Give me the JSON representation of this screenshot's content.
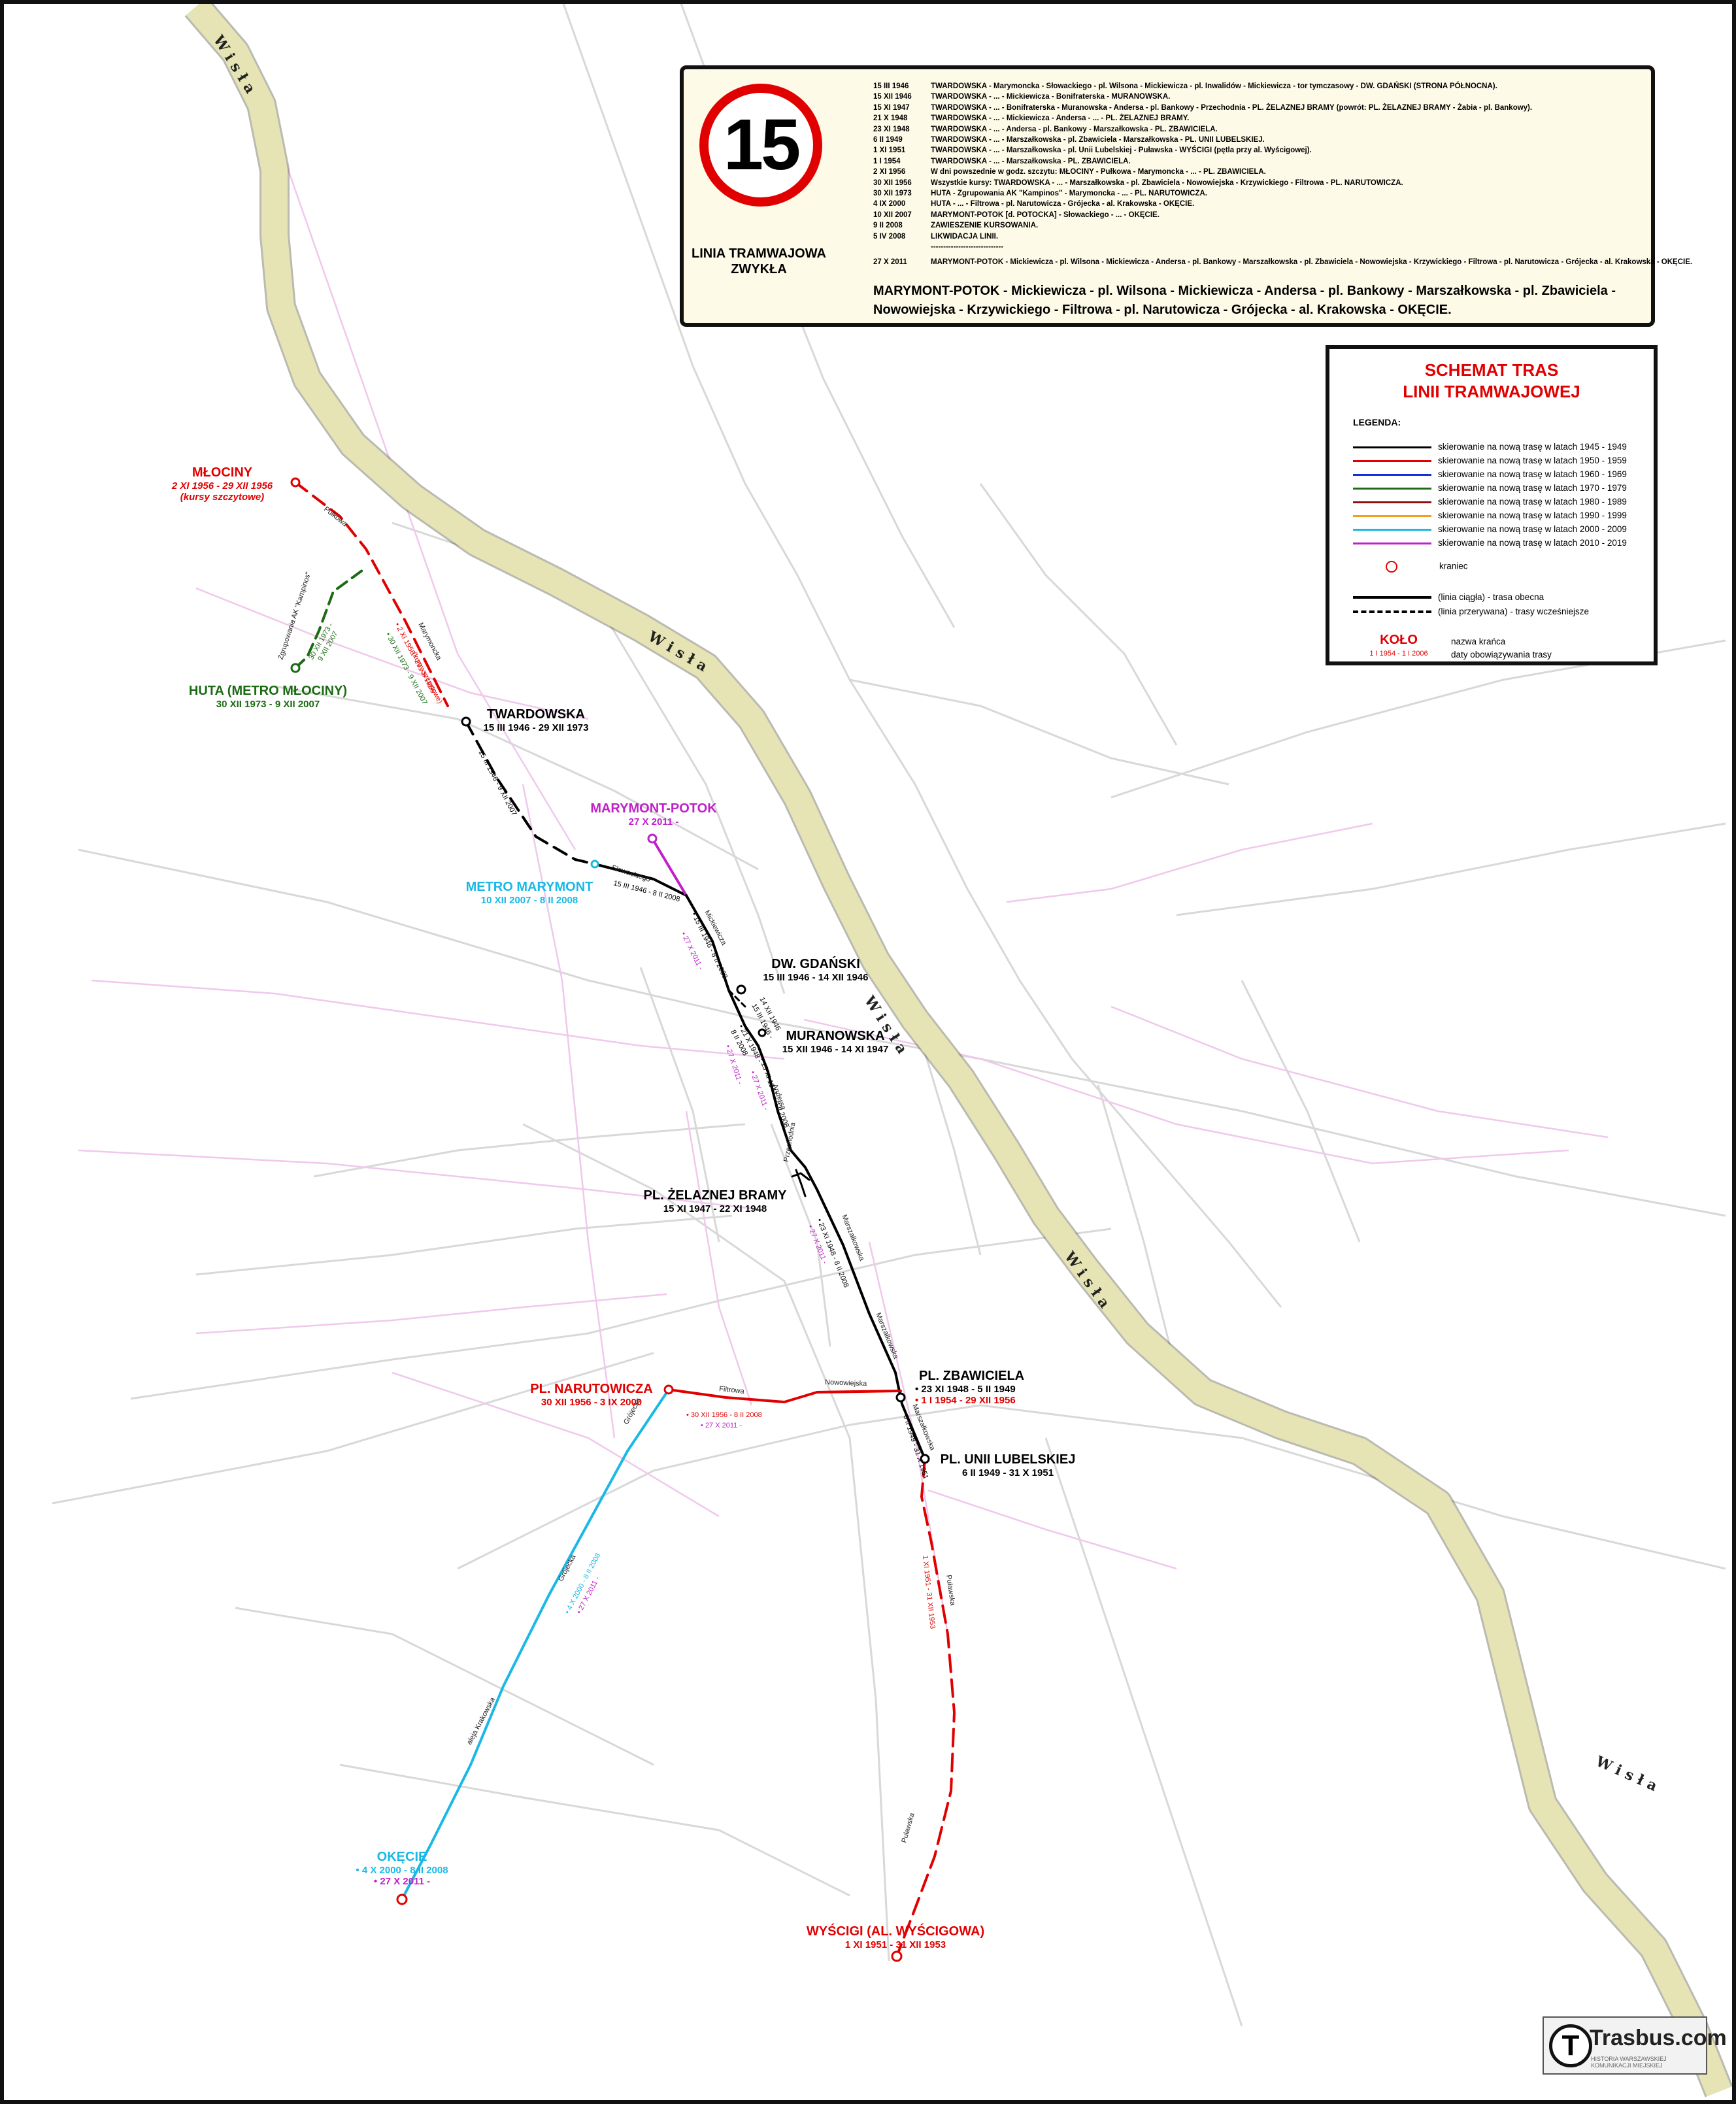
{
  "line": {
    "number": "15",
    "title_line1": "LINIA TRAMWAJOWA",
    "title_line2": "ZWYKŁA",
    "history": [
      {
        "date": "15 III 1946",
        "text": "TWARDOWSKA - Marymoncka - Słowackiego - pl. Wilsona - Mickiewicza - pl. Inwalidów - Mickiewicza - tor tymczasowy - DW. GDAŃSKI (STRONA PÓŁNOCNA)."
      },
      {
        "date": "15 XII 1946",
        "text": "TWARDOWSKA - ... - Mickiewicza - Bonifraterska - MURANOWSKA."
      },
      {
        "date": "15 XI 1947",
        "text": "TWARDOWSKA - ... - Bonifraterska - Muranowska - Andersa - pl. Bankowy - Przechodnia - PL. ŻELAZNEJ BRAMY (powrót: PL. ŻELAZNEJ BRAMY - Żabia - pl. Bankowy)."
      },
      {
        "date": "21 X 1948",
        "text": "TWARDOWSKA - ... - Mickiewicza - Andersa - ... - PL. ŻELAZNEJ BRAMY."
      },
      {
        "date": "23 XI 1948",
        "text": "TWARDOWSKA - ... - Andersa - pl. Bankowy - Marszałkowska - PL. ZBAWICIELA."
      },
      {
        "date": "6 II 1949",
        "text": "TWARDOWSKA - ... - Marszałkowska - pl. Zbawiciela - Marszałkowska - PL. UNII LUBELSKIEJ."
      },
      {
        "date": "1 XI 1951",
        "text": "TWARDOWSKA - ... - Marszałkowska - pl. Unii Lubelskiej - Puławska - WYŚCIGI (pętla przy al. Wyścigowej)."
      },
      {
        "date": "1 I 1954",
        "text": "TWARDOWSKA - ... - Marszałkowska - PL. ZBAWICIELA."
      },
      {
        "date": "2 XI 1956",
        "text": "W dni powszednie w godz. szczytu: MŁOCINY - Pułkowa - Marymoncka - ... - PL. ZBAWICIELA."
      },
      {
        "date": "30 XII 1956",
        "text": "Wszystkie kursy: TWARDOWSKA - ... - Marszałkowska - pl. Zbawiciela - Nowowiejska - Krzywickiego - Filtrowa - PL. NARUTOWICZA."
      },
      {
        "date": "30 XII 1973",
        "text": "HUTA - Zgrupowania AK \"Kampinos\" - Marymoncka - ... - PL. NARUTOWICZA."
      },
      {
        "date": "4 IX 2000",
        "text": "HUTA - ... - Filtrowa - pl. Narutowicza - Grójecka - al. Krakowska - OKĘCIE."
      },
      {
        "date": "10 XII 2007",
        "text": "MARYMONT-POTOK [d. POTOCKA] - Słowackiego - ... - OKĘCIE."
      },
      {
        "date": "9 II 2008",
        "text": "ZAWIESZENIE KURSOWANIA."
      },
      {
        "date": "5 IV 2008",
        "text": "LIKWIDACJA LINII."
      },
      {
        "date": "",
        "text": "-----------------------------"
      },
      {
        "date": "27 X 2011",
        "text": "MARYMONT-POTOK - Mickiewicza - pl. Wilsona - Mickiewicza - Andersa - pl. Bankowy - Marszałkowska - pl. Zbawiciela - Nowowiejska - Krzywickiego - Filtrowa - pl. Narutowicza - Grójecka - al. Krakowska - OKĘCIE."
      }
    ],
    "current_route_line1": "MARYMONT-POTOK - Mickiewicza - pl. Wilsona - Mickiewicza - Andersa - pl. Bankowy - Marszałkowska - pl. Zbawiciela -",
    "current_route_line2": "Nowowiejska - Krzywickiego - Filtrowa - pl. Narutowicza - Grójecka - al. Krakowska - OKĘCIE."
  },
  "legend": {
    "title_line1": "SCHEMAT TRAS",
    "title_line2": "LINII TRAMWAJOWEJ",
    "heading": "LEGENDA:",
    "decades": [
      {
        "label": "skierowanie na nową trasę w latach 1945 - 1949",
        "color": "#000000"
      },
      {
        "label": "skierowanie na nową trasę w latach 1950 - 1959",
        "color": "#e10000"
      },
      {
        "label": "skierowanie na nową trasę w latach 1960 - 1969",
        "color": "#1530d8"
      },
      {
        "label": "skierowanie na nową trasę w latach 1970 - 1979",
        "color": "#1a6b12"
      },
      {
        "label": "skierowanie na nową trasę w latach 1980 - 1989",
        "color": "#8b1010"
      },
      {
        "label": "skierowanie na nową trasę w latach 1990 - 1999",
        "color": "#f0a020"
      },
      {
        "label": "skierowanie na nową trasę w latach 2000 - 2009",
        "color": "#1ab8e6"
      },
      {
        "label": "skierowanie na nową trasę w latach 2010 - 2019",
        "color": "#c020c8"
      }
    ],
    "terminus": "kraniec",
    "solid": "(linia ciągła) - trasa obecna",
    "dashed": "(linia przerywana) - trasy wcześniejsze",
    "example_name": "KOŁO",
    "example_dates": "1 I 1954 - 1 I 2006",
    "name_desc": "nazwa krańca",
    "dates_desc": "daty obowiązywania trasy"
  },
  "river": {
    "name": "Wisła"
  },
  "termini": {
    "mlociny": {
      "name": "MŁOCINY",
      "dates": "2 XI 1956 - 29 XII 1956",
      "note": "(kursy szczytowe)"
    },
    "huta": {
      "name": "HUTA (METRO MŁOCINY)",
      "dates": "30 XII 1973 - 9 XII 2007"
    },
    "twardowska": {
      "name": "TWARDOWSKA",
      "dates": "15 III 1946 - 29 XII 1973"
    },
    "marymont_potok": {
      "name": "MARYMONT-POTOK",
      "dates": "27 X 2011 -"
    },
    "metro_marymont": {
      "name": "METRO MARYMONT",
      "dates": "10 XII 2007 - 8 II 2008"
    },
    "dw_gdanski": {
      "name": "DW. GDAŃSKI",
      "dates": "15 III 1946 - 14 XII 1946"
    },
    "muranowska": {
      "name": "MURANOWSKA",
      "dates": "15 XII 1946 - 14 XI 1947"
    },
    "zelaznej_bramy": {
      "name": "PL. ŻELAZNEJ BRAMY",
      "dates": "15 XI 1947 - 22 XI 1948"
    },
    "zbawiciela": {
      "name": "PL. ZBAWICIELA",
      "dates1": "• 23 XI 1948 - 5 II 1949",
      "dates2": "• 1 I 1954 - 29 XII 1956"
    },
    "narutowicza": {
      "name": "PL. NARUTOWICZA",
      "dates": "30 XII 1956 - 3 IX 2000"
    },
    "unii_lubelskiej": {
      "name": "PL. UNII LUBELSKIEJ",
      "dates": "6 II 1949 - 31 X 1951"
    },
    "okecie": {
      "name": "OKĘCIE",
      "dates1": "• 4 X 2000 - 8 II 2008",
      "dates2": "• 27 X 2011 -"
    },
    "wyscigi": {
      "name": "WYŚCIGI (AL. WYŚCIGOWA)",
      "dates": "1 XI 1951 - 31 XII 1953"
    }
  },
  "street_labels": {
    "pulkowa": "Pułkowa",
    "zgrupowania": "Zgrupowania AK \"Kampinos\"",
    "marymoncka": "Marymoncka",
    "slowackiego": "Słowackiego",
    "mickiewicza": "Mickiewicza",
    "andersa": "Andersa",
    "przechodnia": "Przechodnia",
    "marszalkowska": "Marszałkowska",
    "nowowiejska": "Nowowiejska",
    "filtrowa": "Filtrowa",
    "grojecka": "Grójecka",
    "krakowska": "aleja Krakowska",
    "pulawska": "Puławska"
  },
  "route_dates": {
    "mlociny_seg_a": "• 2 XI 1956 - 29 XII 1956",
    "mlociny_seg_b": "(kursy szczytowe)",
    "huta_seg": "• 30 XII 1973 - 9 XII 2007",
    "zgrup_a": "30 XII 1973 -",
    "zgrup_b": "9 XII 2007",
    "twardowska_seg": "15 III 1946 - 9 XII 2007",
    "slowackiego_seg": "15 III 1946 - 8 II 2008",
    "mick_black": "• 15 III 1946 - 8 II 2008",
    "mick_purple": "• 27 X 2011 -",
    "gdanski_a": "15 III 1946 -",
    "gdanski_b": "14 XII 1946",
    "zb_a": "• 21 X 1948 -",
    "zb_b": "8 II 2008",
    "andersa_purple": "• 27 X 2011 -",
    "andersa_black": "• 15 XI 1947 - 8 II 2008",
    "andersa_purple2": "• 27 X 2011 -",
    "marsz_black": "• 23 XI 1948 - 8 II 2008",
    "marsz_purple": "• 27 X 2011 -",
    "filtrowa_red": "• 30 XII 1956 - 8 II 2008",
    "filtrowa_purple": "• 27 X 2011 -",
    "unii_seg": "6 II 1949 - 31 X 1951",
    "pulawska_seg": "1 XI 1951 - 31 XII 1953",
    "grojecka_cyan": "• 4 X 2000 - 8 II 2008",
    "grojecka_purple": "• 27 X 2011 -"
  },
  "logo": {
    "name": "Trasbus.com",
    "initial": "T",
    "subtitle": "HISTORIA WARSZAWSKIEJ KOMUNIKACJI MIEJSKIEJ"
  }
}
